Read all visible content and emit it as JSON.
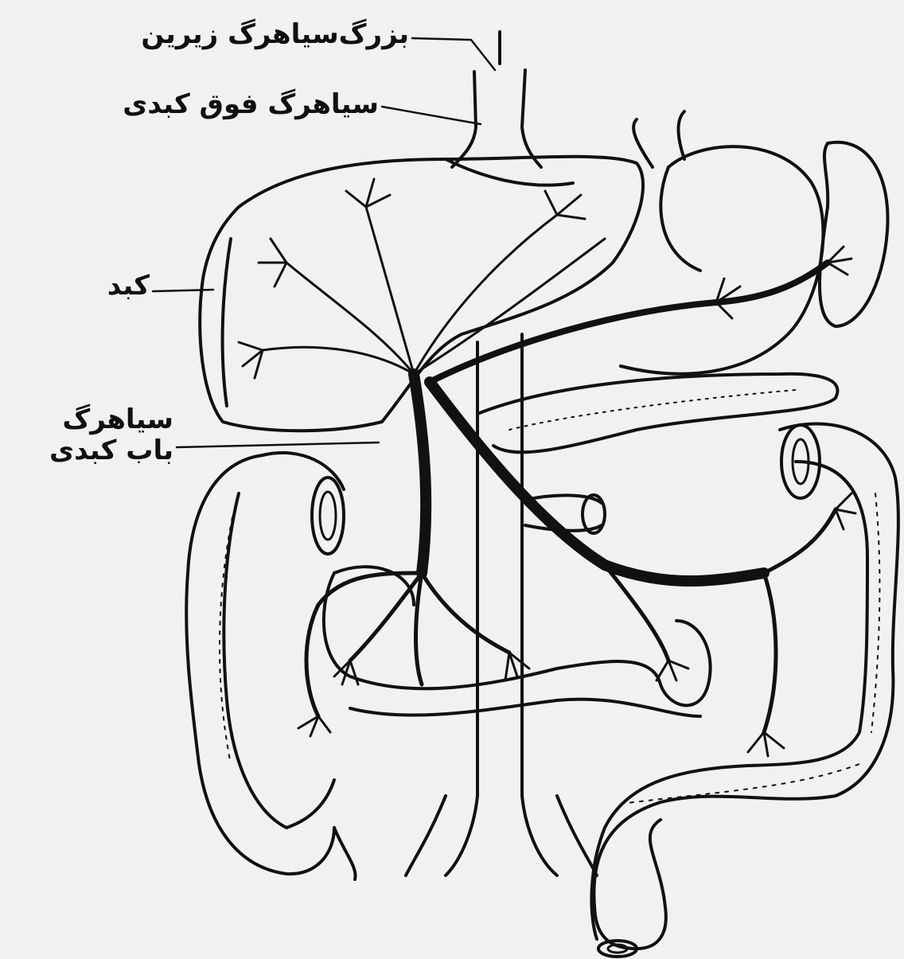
{
  "labels": {
    "inferior_vena_cava": "بزرگ‌سیاهرگ زیرین",
    "hepatic_vein": "سیاهرگ فوق کبدی",
    "liver": "کبد",
    "portal_vein_line1": "سیاهرگ",
    "portal_vein_line2": "باب کبدی"
  },
  "colors": {
    "ink": "#111111",
    "background": "#f1f1f3",
    "paper": "#ffffff"
  }
}
